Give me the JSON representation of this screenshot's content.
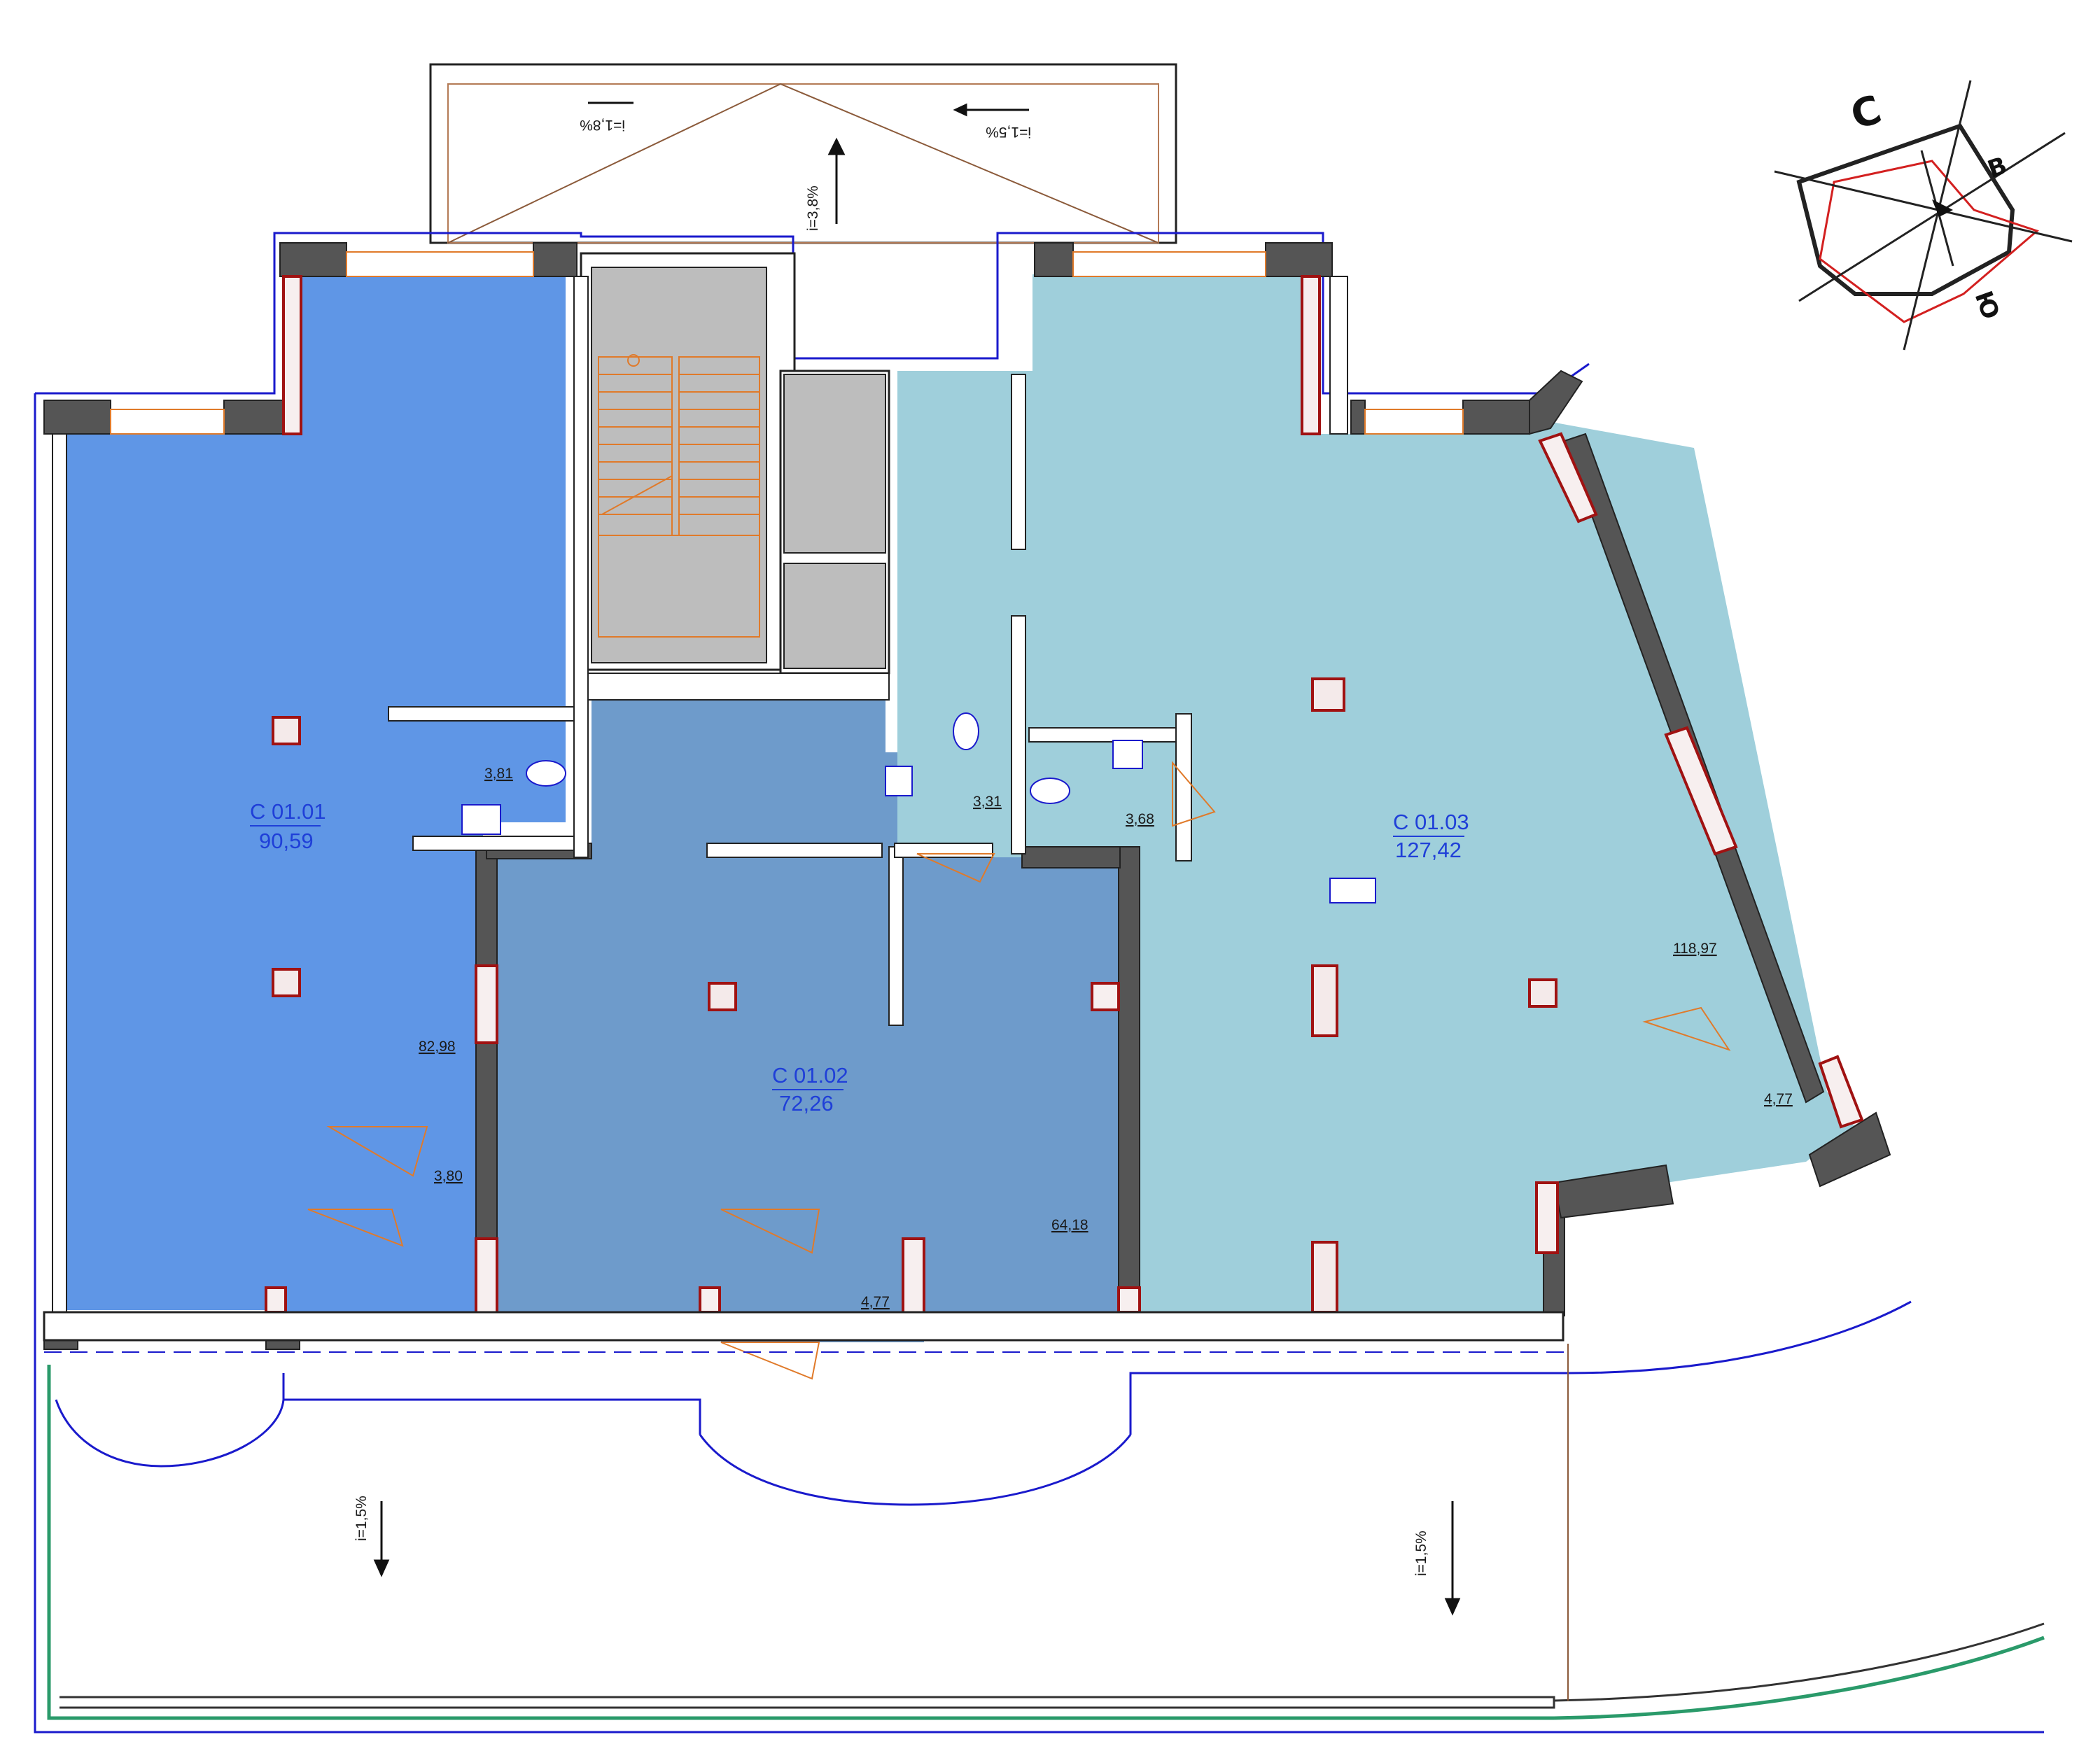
{
  "rooms": [
    {
      "code": "С 01.01",
      "area": "90,59",
      "fill": "#5f96e6"
    },
    {
      "code": "С 01.02",
      "area": "72,26",
      "fill": "#6e9bcb"
    },
    {
      "code": "С 01.03",
      "area": "127,42",
      "fill": "#9fcfdb"
    }
  ],
  "areas": {
    "a1": "82,98",
    "a2": "3,81",
    "a3": "3,80",
    "a4": "3,31",
    "a5": "64,18",
    "a6": "4,77",
    "a7": "3,68",
    "a8": "118,97",
    "a9": "4,77"
  },
  "slopes": {
    "top_left": "i=1,8%",
    "top_right": "i=1,5%",
    "top_vertical": "i=3,8%",
    "bottom_left": "i=1,5%",
    "bottom_right": "i=1,5%"
  },
  "compass": {
    "north": "С",
    "east": "В",
    "south": "Ю"
  },
  "colors": {
    "wall": "#555555",
    "window_frame": "#a01212",
    "outline": "#1a1acc",
    "door_swing": "#e07a2a",
    "stair_fill": "#bdbdbd",
    "wind_rose": "#d32020"
  }
}
